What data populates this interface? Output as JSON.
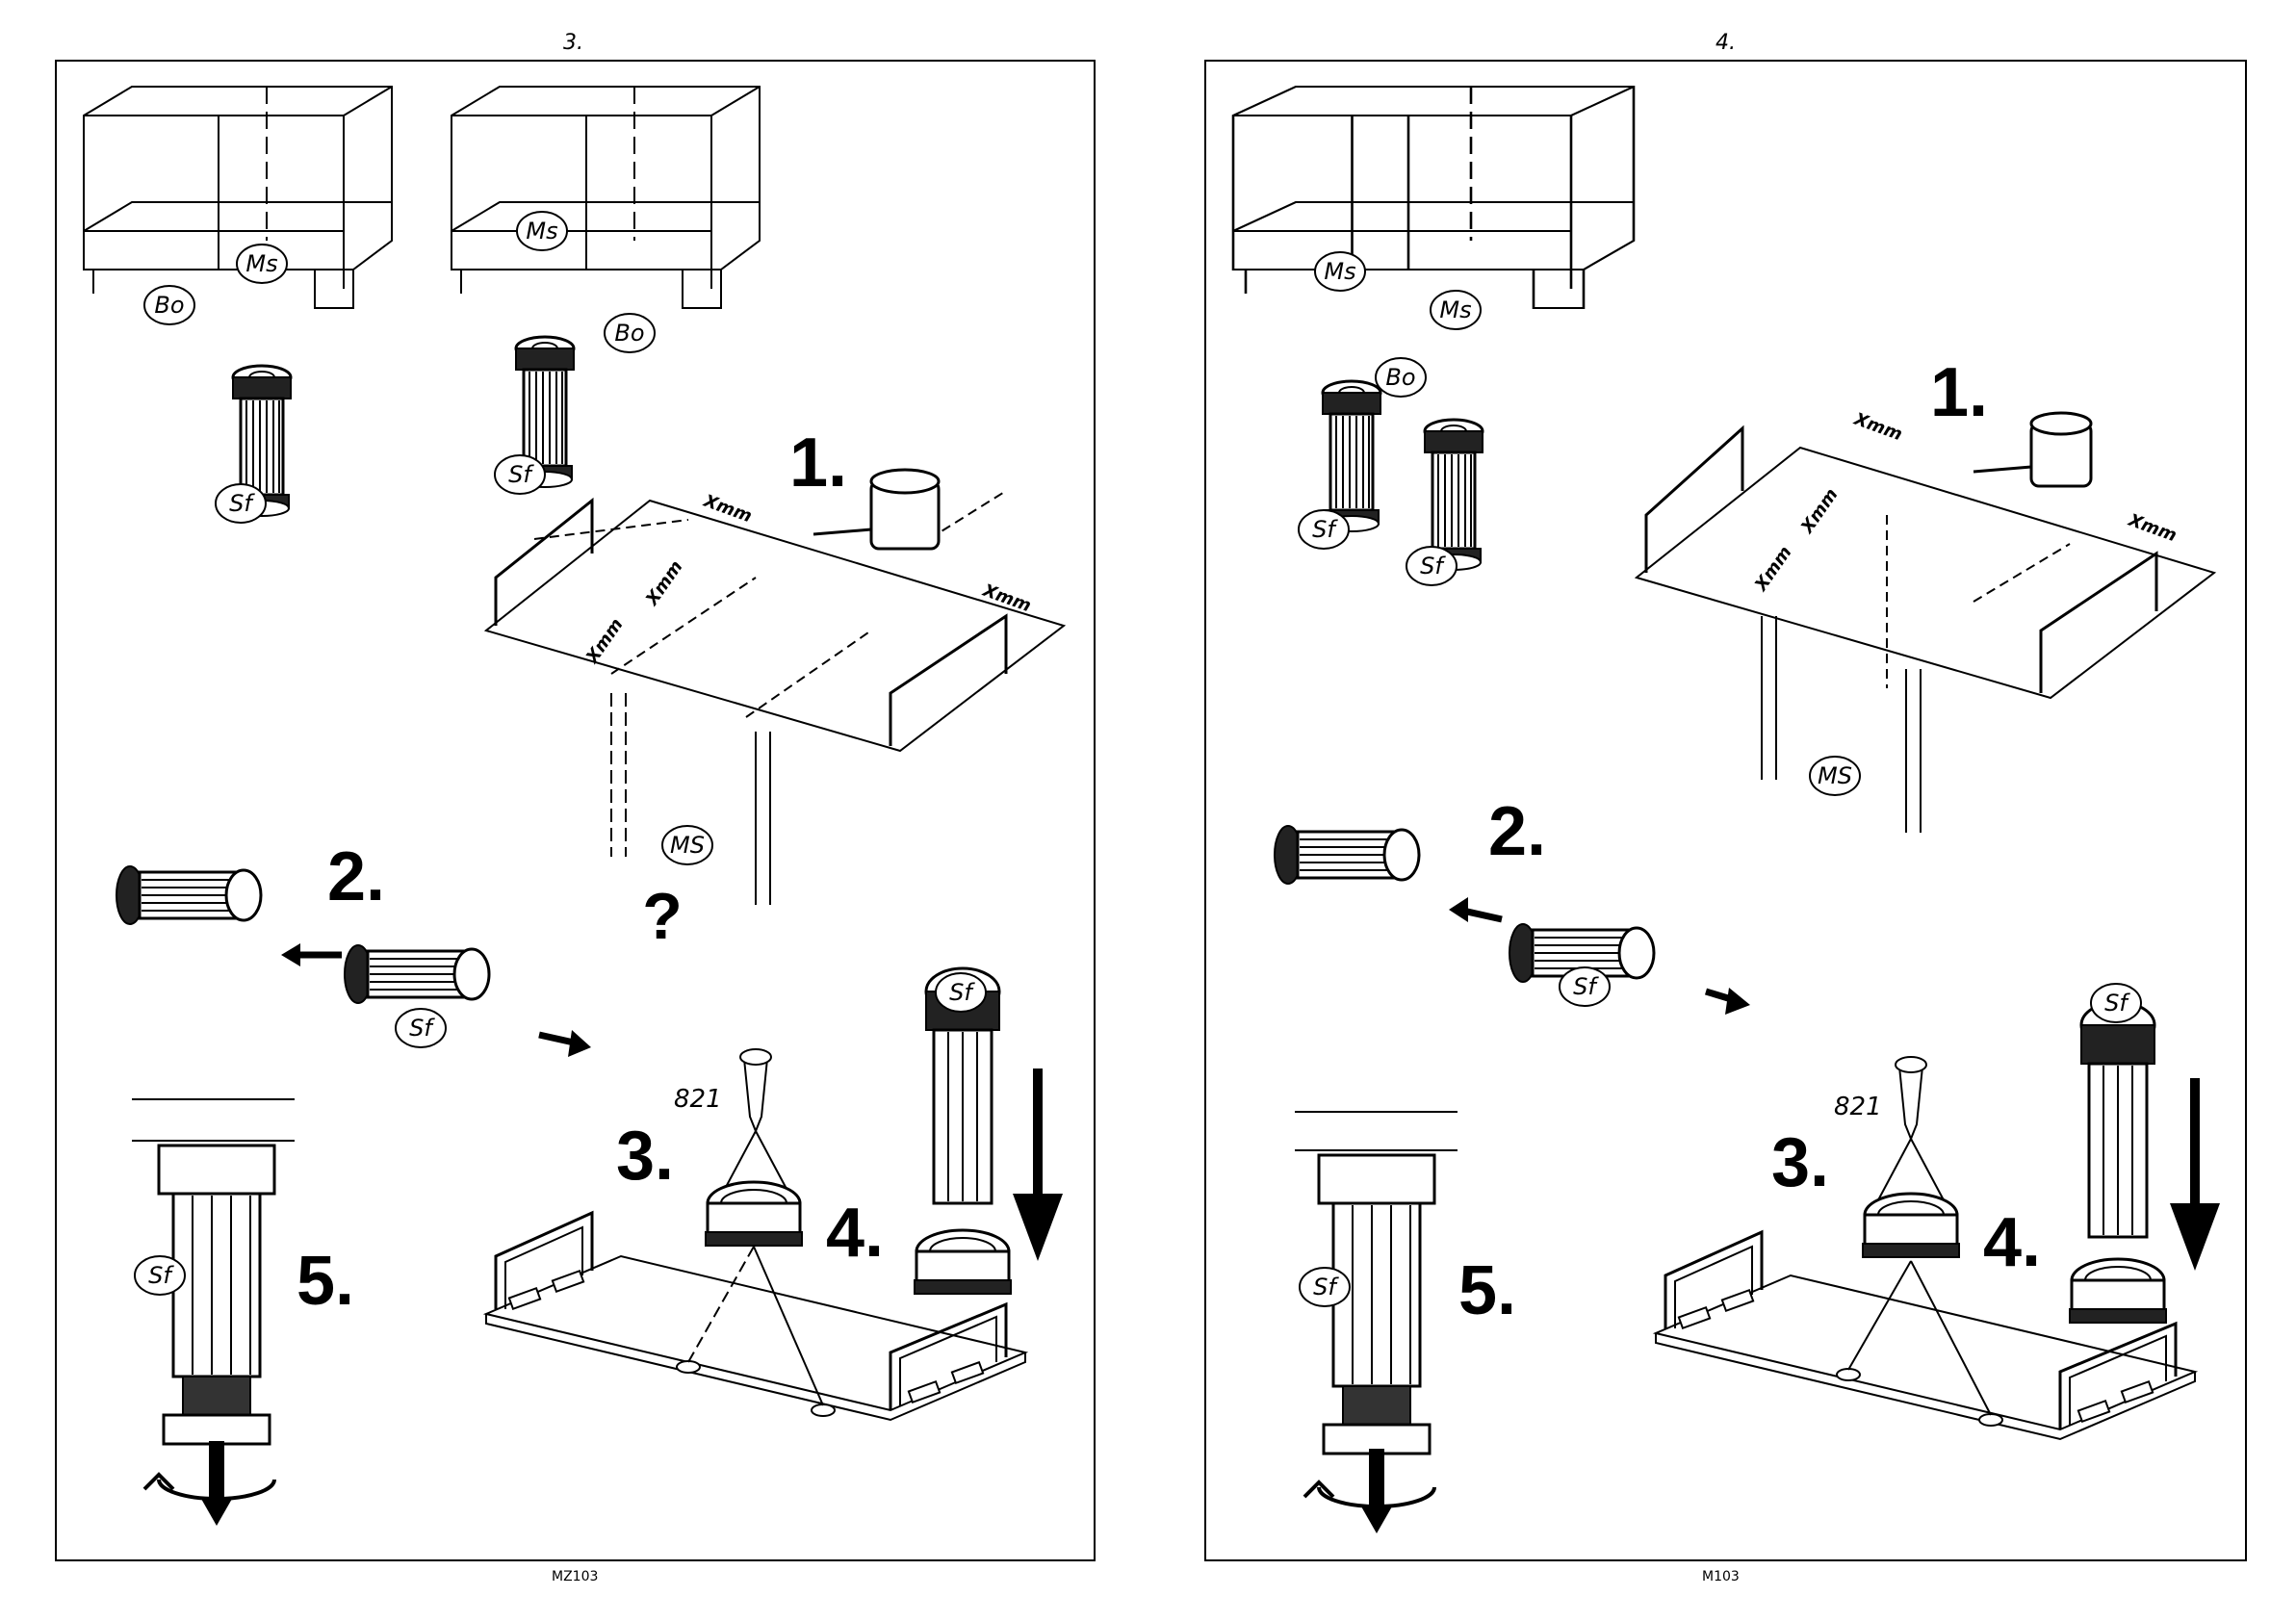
{
  "left_page": {
    "page_number": "3.",
    "footer_code": "MZ103",
    "labels": {
      "ms": "Ms",
      "bo": "Bo",
      "sf": "Sf",
      "ms_caps": "MS",
      "xmm": "Xmm",
      "screw": "821",
      "question": "?"
    },
    "steps": [
      "1.",
      "2.",
      "3.",
      "4.",
      "5."
    ]
  },
  "right_page": {
    "page_number": "4.",
    "footer_code": "M103",
    "labels": {
      "ms": "Ms",
      "bo": "Bo",
      "sf": "Sf",
      "ms_caps": "MS",
      "xmm": "Xmm",
      "screw": "821"
    },
    "steps": [
      "1.",
      "2.",
      "3.",
      "4.",
      "5."
    ]
  }
}
